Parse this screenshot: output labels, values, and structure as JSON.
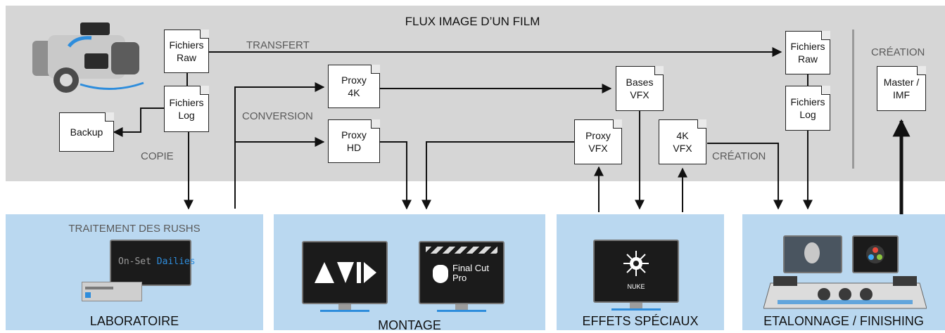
{
  "title": "FLUX IMAGE D’UN FILM",
  "labels": {
    "transfert": "TRANSFERT",
    "conversion": "CONVERSION",
    "copie": "COPIE",
    "creation_vfx": "CRÉATION",
    "creation_master": "CRÉATION"
  },
  "docs": {
    "raw1": "Fichiers\nRaw",
    "log1": "Fichiers\nLog",
    "backup": "Backup",
    "proxy4k": "Proxy\n4K",
    "proxyhd": "Proxy\nHD",
    "basesvfx": "Bases\nVFX",
    "proxyvfx": "Proxy\nVFX",
    "vfx4k": "4K\nVFX",
    "raw2": "Fichiers\nRaw",
    "log2": "Fichiers\nLog",
    "master": "Master /\nIMF"
  },
  "departments": {
    "lab": {
      "name": "LABORATOIRE",
      "sub": "TRAITEMENT DES RUSHS",
      "screen_text_1": "On-Set ",
      "screen_text_2": "Dailies"
    },
    "montage": {
      "name": "MONTAGE",
      "fcp_text": "Final Cut\nPro"
    },
    "vfx": {
      "name": "EFFETS SPÉCIAUX",
      "screen_text": "NUKE"
    },
    "grading": {
      "name": "ETALONNAGE / FINISHING"
    }
  },
  "icons": [
    "camera-icon",
    "avid-logo",
    "final-cut-pro-logo",
    "nuke-logo",
    "davinci-resolve-logo",
    "grading-panel-icon",
    "server-icon"
  ],
  "colors": {
    "band": "#d6d6d6",
    "dept": "#bad8f0",
    "accent_blue": "#2e8ddc"
  }
}
